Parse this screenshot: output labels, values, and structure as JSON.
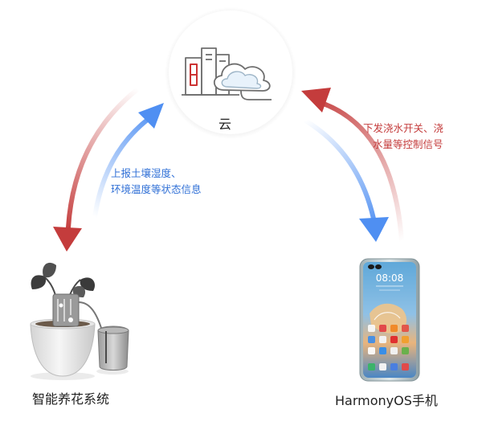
{
  "cloud": {
    "label": "云"
  },
  "flows": {
    "upload": {
      "lines": [
        "上报土壤湿度、",
        "环境温度等状态信息"
      ],
      "color": "#2f6fd6"
    },
    "control": {
      "lines": [
        "下发浇水开关、浇",
        "水量等控制信号"
      ],
      "color": "#c43c3c"
    }
  },
  "nodes": {
    "plant_system": {
      "label": "智能养花系统",
      "icon": "potted-plant-with-sensor-icon"
    },
    "phone": {
      "label": "HarmonyOS手机",
      "icon": "smartphone-icon",
      "clock": "08:08"
    }
  },
  "colors": {
    "blue_arrow": "#4f8ff2",
    "red_arrow": "#c43c3c",
    "cloud_circle": "#ffffff"
  }
}
